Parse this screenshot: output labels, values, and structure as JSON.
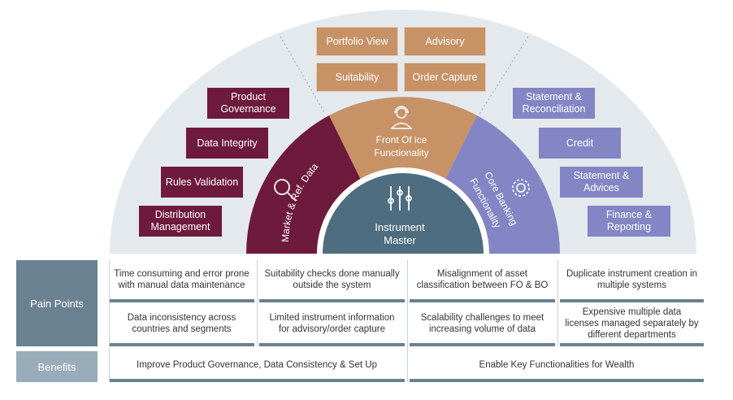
{
  "arc": {
    "center_title": "Instrument Master",
    "market_ref_data": "Market & Ref. Data",
    "front_office": "Front Of ice Functionality",
    "core_banking": "Core Banking Functionality"
  },
  "left_boxes": [
    "Product Governance",
    "Data Integrity",
    "Rules Validation",
    "Distribution Management"
  ],
  "top_boxes": [
    "Portfolio View",
    "Advisory",
    "Suitability",
    "Order Capture"
  ],
  "right_boxes": [
    "Statement & Reconciliation",
    "Credit",
    "Statement & Advices",
    "Finance & Reporting"
  ],
  "table": {
    "pain_label": "Pain Points",
    "benefits_label": "Benefits",
    "pain_row1": [
      "Time consuming and error prone with manual data maintenance",
      "Suitability checks done manually outside the system",
      "Misalignment of asset classification between FO & BO",
      "Duplicate instrument creation in multiple systems"
    ],
    "pain_row2": [
      "Data inconsistency across countries and segments",
      "Limited instrument information for advisory/order capture",
      "Scalability challenges to meet increasing volume of data",
      "Expensive multiple data licenses managed separately by different departments"
    ],
    "benefits": [
      "Improve Product Governance, Data Consistency & Set Up",
      "Enable Key Functionalities for Wealth"
    ]
  },
  "colors": {
    "maroon": "#6e1a3c",
    "tan": "#c79266",
    "periwinkle": "#8385c4",
    "slate": "#4f6d80",
    "pale_arc": "#e4e9ee"
  },
  "icons": [
    "magnifier-icon",
    "person-headset-icon",
    "gear-icon",
    "sliders-icon"
  ]
}
